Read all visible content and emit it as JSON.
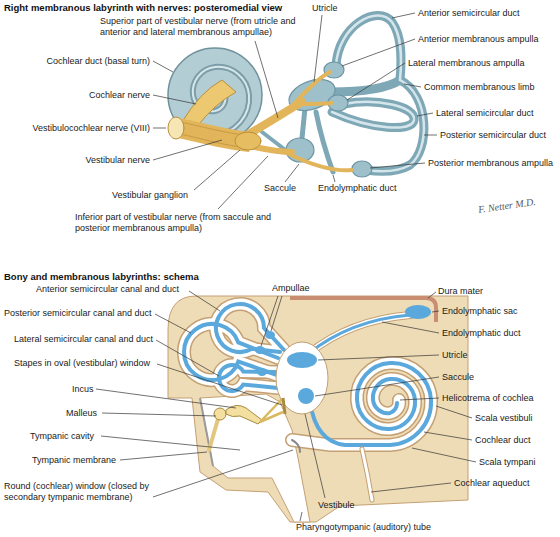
{
  "diagram": {
    "labels": [
      "Right membranous labyrinth with nerves: posteromedial view",
      "Utricle",
      "Anterior semicircular duct",
      "Superior part of vestibular nerve (from utricle and anterior and lateral membranous ampullae)",
      "Anterior membranous ampulla",
      "Cochlear duct (basal turn)",
      "Lateral membranous ampulla",
      "Common membranous limb",
      "Cochlear nerve",
      "Lateral semicircular duct",
      "Vestibulocochlear nerve (VIII)",
      "Posterior semicircular duct",
      "Vestibular nerve",
      "Posterior membranous ampulla",
      "Saccule",
      "Endolymphatic duct",
      "Vestibular ganglion",
      "F. Netter M.D.",
      "Inferior part of vestibular nerve (from saccule and posterior membranous ampulla)",
      "Bony and membranous labyrinths: schema",
      "Anterior semicircular canal and duct",
      "Ampullae",
      "Dura mater",
      "Posterior semicircular canal and duct",
      "Endolymphatic sac",
      "Lateral semicircular canal and duct",
      "Endolymphatic duct",
      "Utricle",
      "Stapes in oval (vestibular) window",
      "Saccule",
      "Incus",
      "Helicotrema of cochlea",
      "Malleus",
      "Scala vestibuli",
      "Tympanic cavity",
      "Cochlear duct",
      "Tympanic membrane",
      "Scala tympani",
      "Cochlear aqueduct",
      "Round (cochlear) window (closed by secondary tympanic membrane)",
      "Vestibule",
      "Pharyngotympanic (auditory) tube"
    ]
  }
}
